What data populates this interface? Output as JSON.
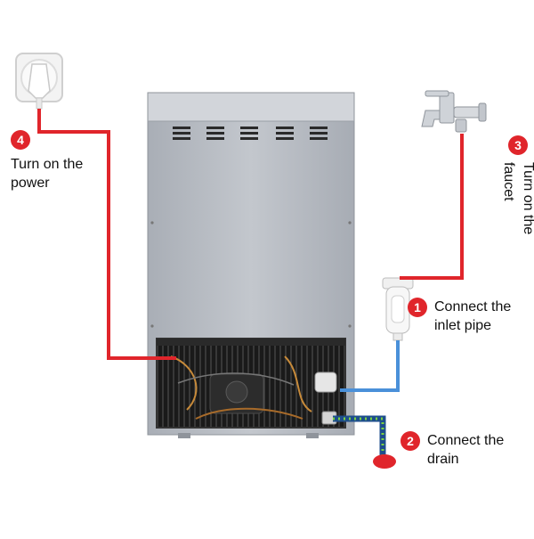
{
  "steps": [
    {
      "number": "1",
      "lines": [
        "Connect the",
        "inlet pipe"
      ]
    },
    {
      "number": "2",
      "lines": [
        "Connect the",
        "drain"
      ]
    },
    {
      "number": "3",
      "lines": [
        "Turn on the",
        "faucet"
      ]
    },
    {
      "number": "4",
      "lines": [
        "Turn on the",
        "power"
      ]
    }
  ],
  "colors": {
    "power_line": "#e0252b",
    "water_line": "#e0252b",
    "inlet_hose": "#4a90d9",
    "drain_hose": "#1e4e8c",
    "drain_hose_dots": "#7cd33f",
    "badge": "#e0252b",
    "machine_body": "#b9bec6",
    "machine_top": "#cfd3d8",
    "compressor_bay": "#141414"
  }
}
